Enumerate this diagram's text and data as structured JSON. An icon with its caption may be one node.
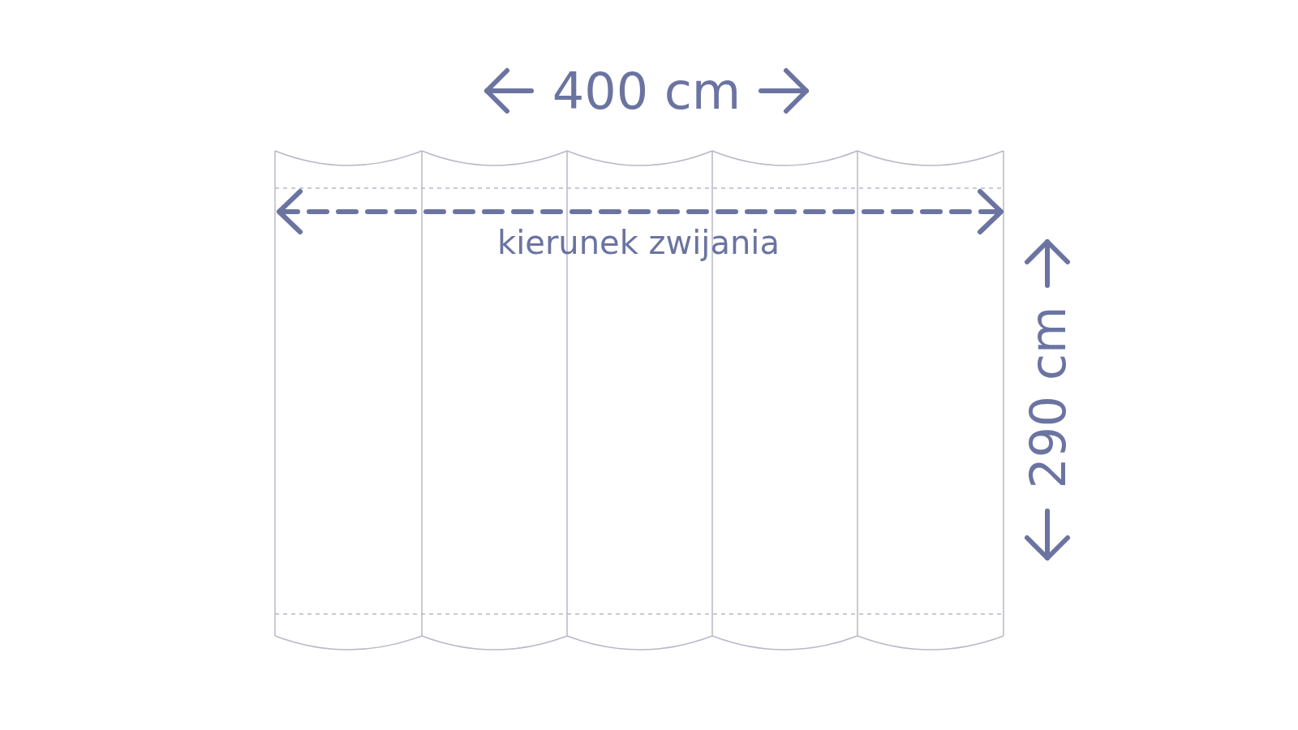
{
  "diagram": {
    "labels": [
      "400 cm",
      "kierunek zwijania",
      "290 cm"
    ]
  }
}
